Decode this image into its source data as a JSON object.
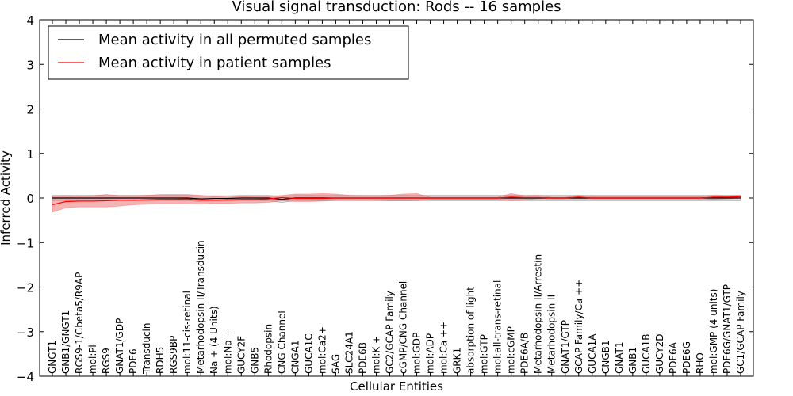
{
  "chart_data": {
    "type": "line",
    "title": "Visual signal transduction: Rods -- 16 samples",
    "xlabel": "Cellular Entities",
    "ylabel": "Inferred Activity",
    "ylim": [
      -4,
      4
    ],
    "yticks": [
      -4,
      -3,
      -2,
      -1,
      0,
      1,
      2,
      3,
      4
    ],
    "ytick_labels": [
      "−4",
      "−3",
      "−2",
      "−1",
      "0",
      "1",
      "2",
      "3",
      "4"
    ],
    "grid": false,
    "legend_position": "top-left",
    "categories": [
      "GNGT1",
      "GNB1/GNGT1",
      "RGS9-1/Gbeta5/R9AP",
      "mol:Pi",
      "RGS9",
      "GNAT1/GDP",
      "PDE6",
      "Transducin",
      "RDH5",
      "RGS9BP",
      "mol:11-cis-retinal",
      "Metarhodopsin II/Transducin",
      "Na + (4 Units)",
      "mol:Na +",
      "GUCY2F",
      "GNB5",
      "Rhodopsin",
      "CNG Channel",
      "CNGA1",
      "GUCA1C",
      "mol:Ca2+",
      "SAG",
      "SLC24A1",
      "PDE6B",
      "mol:K +",
      "GC2/GCAP Family",
      "cGMP/CNG Channel",
      "mol:GDP",
      "mol:ADP",
      "mol:Ca ++",
      "GRK1",
      "absorption of light",
      "mol:GTP",
      "mol:all-trans-retinal",
      "mol:cGMP",
      "PDE6A/B",
      "Metarhodopsin II/Arrestin",
      "Metarhodopsin II",
      "GNAT1/GTP",
      "GCAP Family/Ca ++",
      "GUCA1A",
      "CNGB1",
      "GNAT1",
      "GNB1",
      "GUCA1B",
      "GUCY2D",
      "PDE6A",
      "PDE6G",
      "RHO",
      "mol:GMP (4 units)",
      "PDE6G/GNAT1/GTP",
      "GC1/GCAP Family"
    ],
    "series": [
      {
        "name": "Mean activity in all permuted samples",
        "color": "#000000",
        "band_color": "#c8c8c8",
        "values": [
          0.0,
          0.0,
          0.0,
          0.0,
          0.0,
          0.0,
          0.0,
          0.0,
          0.0,
          0.0,
          0.0,
          -0.02,
          -0.01,
          -0.01,
          0.0,
          0.0,
          0.0,
          -0.03,
          0.0,
          0.0,
          0.0,
          0.0,
          0.0,
          0.0,
          0.0,
          0.0,
          0.0,
          0.0,
          0.0,
          0.0,
          0.0,
          0.0,
          0.0,
          0.0,
          0.0,
          0.0,
          0.0,
          0.0,
          0.0,
          0.0,
          0.0,
          0.0,
          0.0,
          0.0,
          0.0,
          0.0,
          0.0,
          0.0,
          0.0,
          0.0,
          0.0,
          0.0
        ],
        "band_upper": [
          0.06,
          0.06,
          0.06,
          0.06,
          0.06,
          0.06,
          0.06,
          0.06,
          0.06,
          0.06,
          0.06,
          0.05,
          0.05,
          0.05,
          0.06,
          0.06,
          0.06,
          0.04,
          0.06,
          0.06,
          0.06,
          0.06,
          0.06,
          0.06,
          0.06,
          0.06,
          0.06,
          0.06,
          0.06,
          0.06,
          0.06,
          0.06,
          0.06,
          0.06,
          0.06,
          0.06,
          0.06,
          0.06,
          0.06,
          0.06,
          0.06,
          0.06,
          0.06,
          0.06,
          0.06,
          0.06,
          0.06,
          0.06,
          0.06,
          0.06,
          0.06,
          0.06
        ],
        "band_lower": [
          -0.06,
          -0.06,
          -0.06,
          -0.06,
          -0.06,
          -0.06,
          -0.06,
          -0.06,
          -0.06,
          -0.06,
          -0.06,
          -0.08,
          -0.07,
          -0.07,
          -0.06,
          -0.06,
          -0.06,
          -0.1,
          -0.06,
          -0.06,
          -0.06,
          -0.06,
          -0.06,
          -0.06,
          -0.06,
          -0.06,
          -0.06,
          -0.06,
          -0.06,
          -0.06,
          -0.06,
          -0.06,
          -0.06,
          -0.06,
          -0.06,
          -0.06,
          -0.06,
          -0.06,
          -0.06,
          -0.06,
          -0.06,
          -0.06,
          -0.06,
          -0.06,
          -0.06,
          -0.06,
          -0.06,
          -0.06,
          -0.06,
          -0.06,
          -0.06,
          -0.06
        ]
      },
      {
        "name": "Mean activity in patient samples",
        "color": "#ff0000",
        "band_color": "#f08080",
        "values": [
          -0.15,
          -0.08,
          -0.07,
          -0.07,
          -0.06,
          -0.05,
          -0.05,
          -0.04,
          -0.03,
          -0.03,
          -0.02,
          -0.05,
          -0.05,
          -0.04,
          -0.03,
          -0.03,
          -0.02,
          0.01,
          -0.01,
          -0.01,
          -0.01,
          0.0,
          0.0,
          0.0,
          0.0,
          0.0,
          0.0,
          0.0,
          0.0,
          0.0,
          0.0,
          0.0,
          0.0,
          0.0,
          0.02,
          0.01,
          0.01,
          0.0,
          0.0,
          0.02,
          0.0,
          0.0,
          0.0,
          0.0,
          0.0,
          0.0,
          0.0,
          0.0,
          0.0,
          0.02,
          0.02,
          0.03
        ],
        "band_upper": [
          0.04,
          0.05,
          0.04,
          0.05,
          0.08,
          0.05,
          0.05,
          0.06,
          0.08,
          0.08,
          0.08,
          0.06,
          0.03,
          0.02,
          0.03,
          0.04,
          0.04,
          0.06,
          0.09,
          0.09,
          0.1,
          0.09,
          0.06,
          0.05,
          0.05,
          0.06,
          0.09,
          0.1,
          0.02,
          0.02,
          0.02,
          0.02,
          0.02,
          0.02,
          0.1,
          0.05,
          0.06,
          0.02,
          0.02,
          0.06,
          0.03,
          0.03,
          0.03,
          0.03,
          0.03,
          0.03,
          0.03,
          0.03,
          0.03,
          0.06,
          0.05,
          0.06
        ],
        "band_lower": [
          -0.32,
          -0.22,
          -0.2,
          -0.2,
          -0.2,
          -0.18,
          -0.15,
          -0.14,
          -0.13,
          -0.13,
          -0.13,
          -0.14,
          -0.12,
          -0.12,
          -0.11,
          -0.11,
          -0.1,
          -0.06,
          -0.08,
          -0.08,
          -0.07,
          -0.05,
          -0.05,
          -0.05,
          -0.05,
          -0.06,
          -0.06,
          -0.06,
          -0.03,
          -0.03,
          -0.03,
          -0.03,
          -0.03,
          -0.03,
          -0.06,
          -0.04,
          -0.02,
          -0.02,
          -0.02,
          -0.02,
          -0.02,
          -0.02,
          -0.02,
          -0.02,
          -0.02,
          -0.02,
          -0.02,
          -0.02,
          -0.02,
          -0.03,
          -0.02,
          0.0
        ]
      }
    ]
  }
}
